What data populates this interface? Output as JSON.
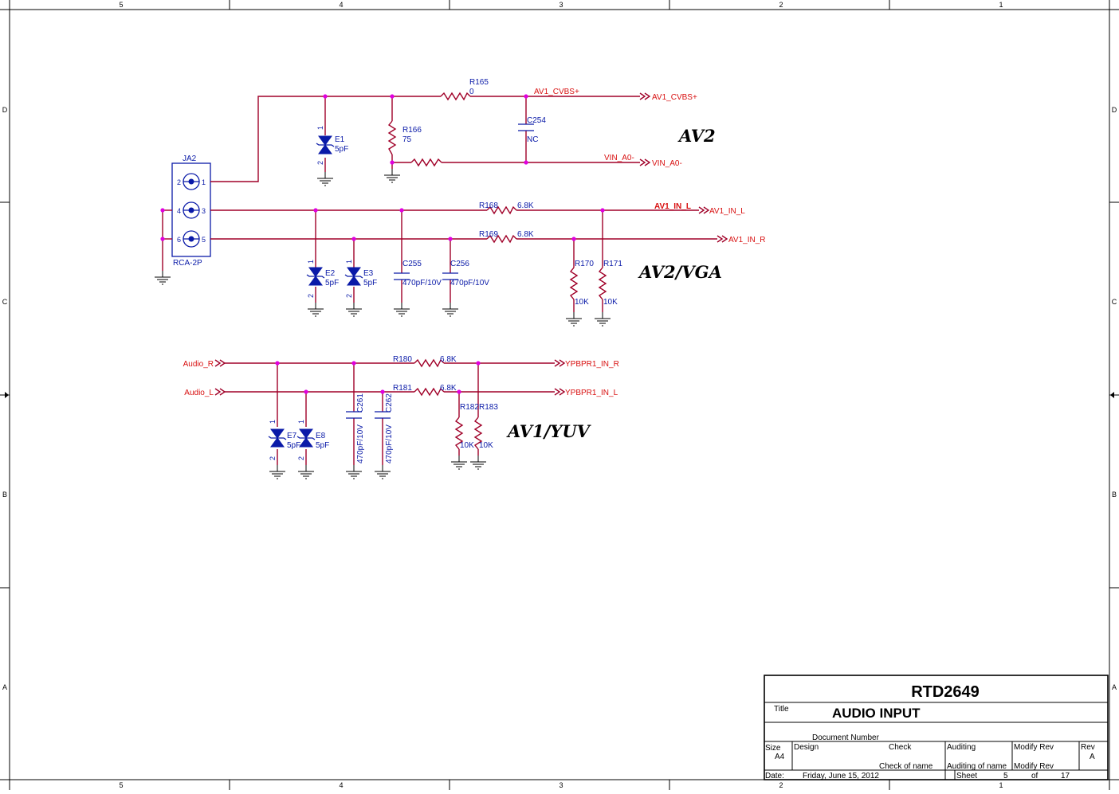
{
  "frame": {
    "col_labels": [
      "5",
      "4",
      "3",
      "2",
      "1"
    ],
    "row_labels": [
      "D",
      "C",
      "B",
      "A"
    ]
  },
  "sections": {
    "av2": "AV2",
    "av2_vga": "AV2/VGA",
    "av1_yuv": "AV1/YUV"
  },
  "connector": {
    "ref": "JA2",
    "value": "RCA-2P",
    "pins": [
      "2",
      "1",
      "4",
      "3",
      "6",
      "5"
    ]
  },
  "components": {
    "R165": {
      "ref": "R165",
      "value": "0"
    },
    "R166": {
      "ref": "R166",
      "value": "75"
    },
    "C254": {
      "ref": "C254",
      "value": "NC"
    },
    "E1": {
      "ref": "E1",
      "value": "5pF",
      "pin1": "1",
      "pin2": "2"
    },
    "E2": {
      "ref": "E2",
      "value": "5pF",
      "pin1": "1",
      "pin2": "2"
    },
    "E3": {
      "ref": "E3",
      "value": "5pF",
      "pin1": "1",
      "pin2": "2"
    },
    "E7": {
      "ref": "E7",
      "value": "5pF",
      "pin1": "1",
      "pin2": "2"
    },
    "E8": {
      "ref": "E8",
      "value": "5pF",
      "pin1": "1",
      "pin2": "2"
    },
    "R168": {
      "ref": "R168",
      "value": "6.8K"
    },
    "R169": {
      "ref": "R169",
      "value": "6.8K"
    },
    "C255": {
      "ref": "C255",
      "value": "470pF/10V"
    },
    "C256": {
      "ref": "C256",
      "value": "470pF/10V"
    },
    "R170": {
      "ref": "R170",
      "value": "10K"
    },
    "R171": {
      "ref": "R171",
      "value": "10K"
    },
    "R180": {
      "ref": "R180",
      "value": "6.8K"
    },
    "R181": {
      "ref": "R181",
      "value": "6.8K"
    },
    "C261": {
      "ref": "C261",
      "value": "470pF/10V"
    },
    "C262": {
      "ref": "C262",
      "value": "470pF/10V"
    },
    "R182": {
      "ref": "R182",
      "value": "10K"
    },
    "R183": {
      "ref": "R183",
      "value": "10K"
    }
  },
  "nets": {
    "av1_cvbs_label": "AV1_CVBS+",
    "av1_cvbs_port": "AV1_CVBS+",
    "vin_a0_label": "VIN_A0-",
    "vin_a0_port": "VIN_A0-",
    "av1_in_l_label": "AV1_IN_L",
    "av1_in_l_port": "AV1_IN_L",
    "av1_in_r_port": "AV1_IN_R",
    "audio_r": "Audio_R",
    "audio_l": "Audio_L",
    "ypbpr1_in_r": "YPBPR1_IN_R",
    "ypbpr1_in_l": "YPBPR1_IN_L"
  },
  "title_block": {
    "company": "RTD2649",
    "title_label": "Title",
    "title": "AUDIO INPUT",
    "doc_number_label": "Document Number",
    "size_label": "Size",
    "size": "A4",
    "design_label": "Design",
    "check_label": "Check",
    "check_of_name": "Check  of  name",
    "auditing_label": "Auditing",
    "auditing_of_name": "Auditing of name",
    "modify_rev_label": "Modify Rev",
    "modify_rev_value": "Modify Rev",
    "rev_label": "Rev",
    "rev": "A",
    "date_label": "Date:",
    "date": "Friday, June 15, 2012",
    "sheet_label": "Sheet",
    "sheet": "5",
    "of_label": "of",
    "total": "17"
  },
  "colors": {
    "wire": "#a00028",
    "symbol": "#0a1aa8",
    "net_label": "#d81010",
    "junction": "#e000e0",
    "frame": "#000000"
  }
}
